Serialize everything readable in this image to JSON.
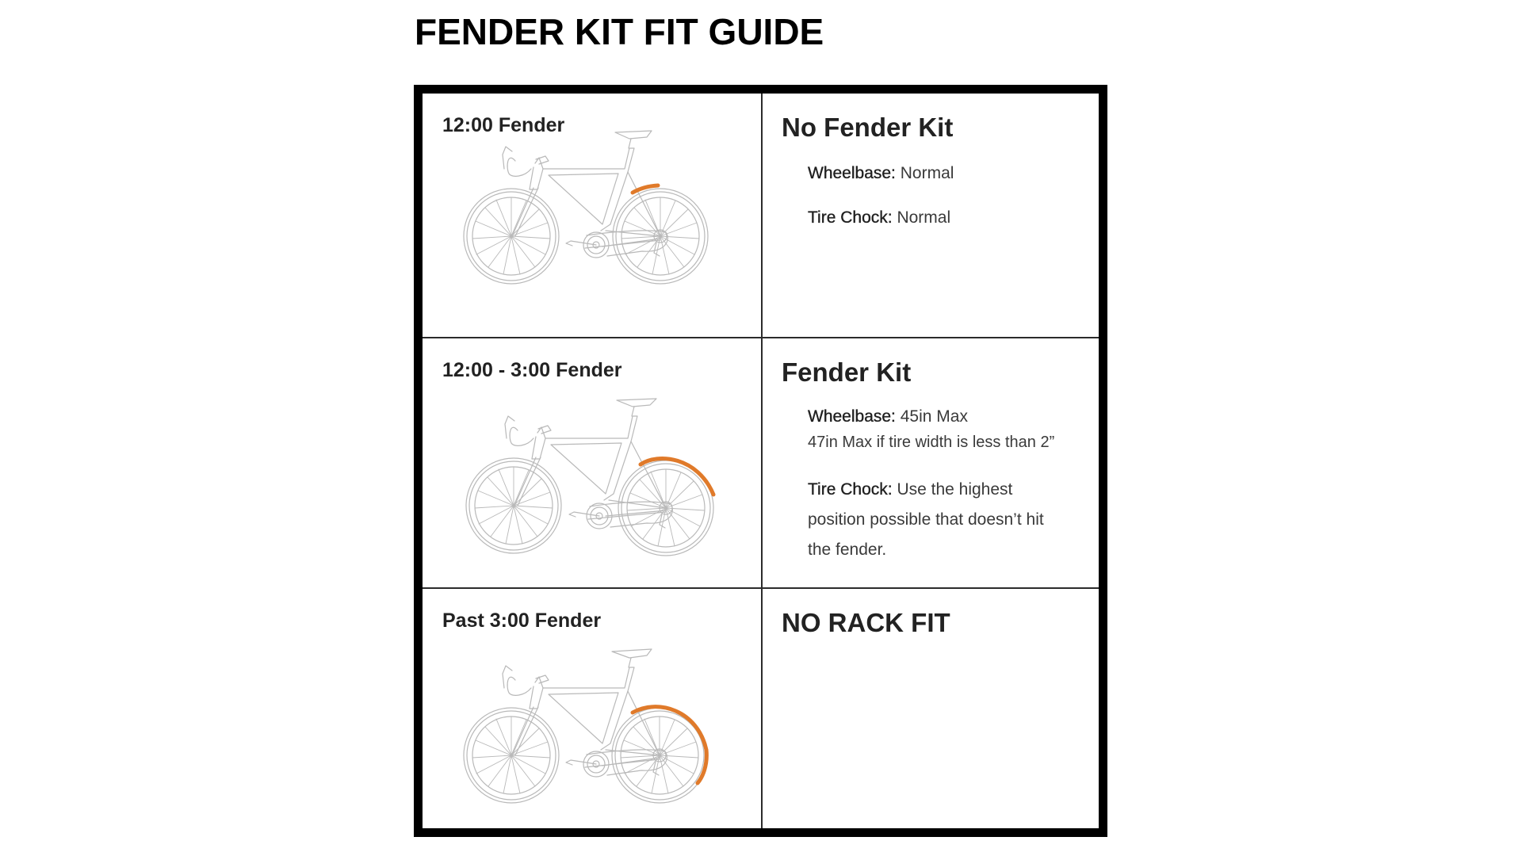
{
  "page": {
    "title": "FENDER KIT FIT GUIDE"
  },
  "colors": {
    "fender": "#e07a2a",
    "bike_line": "#b9b9b9",
    "border": "#000000",
    "divider": "#2b2b2b"
  },
  "rows": [
    {
      "fender_label": "12:00 Fender",
      "bike_icon": "road-bike-fender-12-icon",
      "kit_title": "No Fender Kit",
      "specs": [
        {
          "key": "Wheelbase:",
          "value": "Normal"
        },
        {
          "key": "Tire Chock:",
          "value": "Normal"
        }
      ]
    },
    {
      "fender_label": "12:00 - 3:00 Fender",
      "bike_icon": "road-bike-fender-12-3-icon",
      "kit_title": "Fender Kit",
      "specs": [
        {
          "key": "Wheelbase:",
          "value": "45in Max",
          "note": "47in Max if tire width is less than 2”"
        },
        {
          "key": "Tire Chock:",
          "value": "Use the highest position possible that doesn’t hit the fender."
        }
      ]
    },
    {
      "fender_label": "Past 3:00 Fender",
      "bike_icon": "road-bike-fender-past-3-icon",
      "kit_title": "NO RACK FIT",
      "specs": []
    }
  ]
}
